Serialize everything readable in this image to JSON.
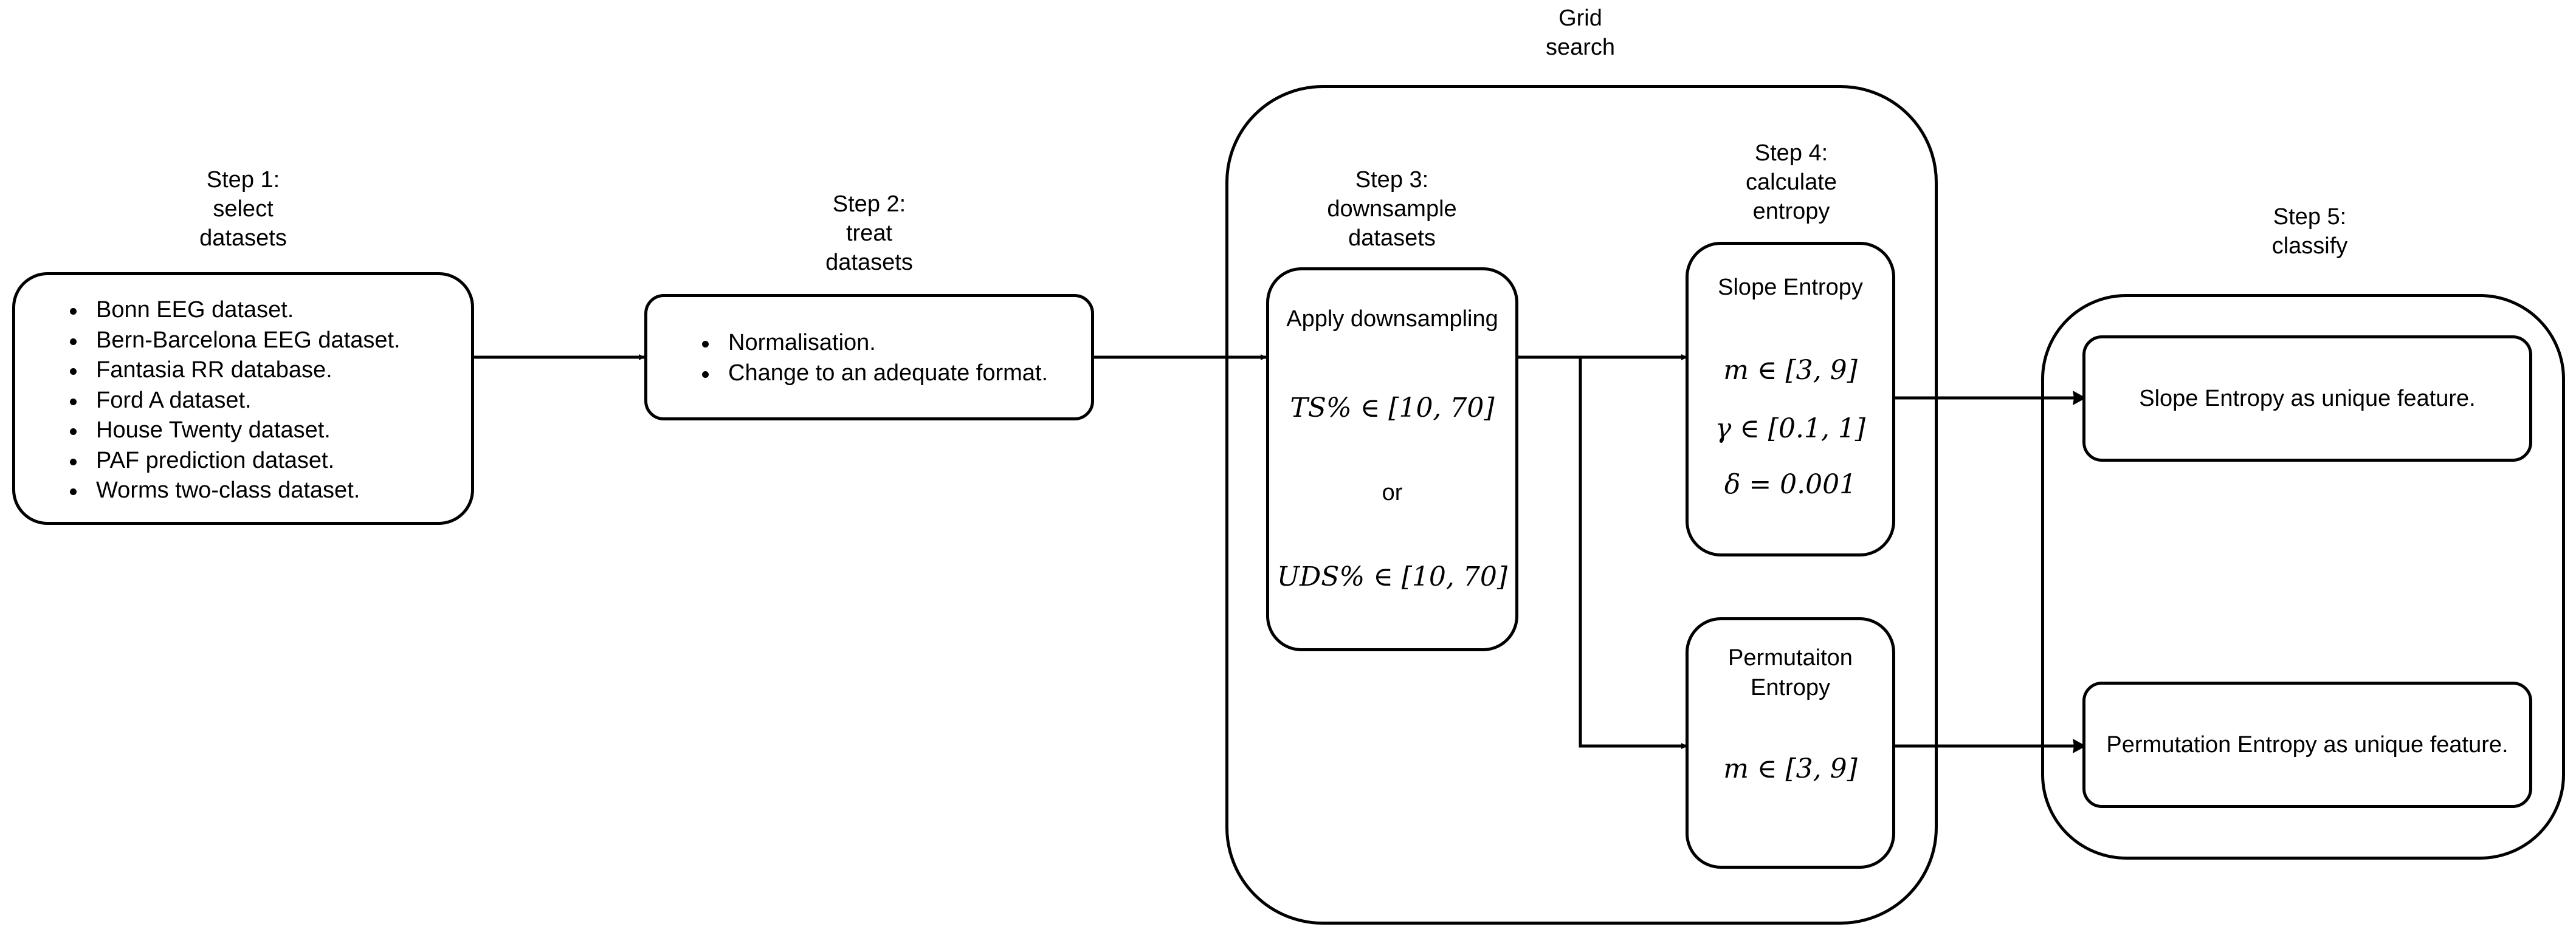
{
  "grid_search": {
    "label": "Grid\nsearch"
  },
  "step1": {
    "label": "Step 1:\nselect\ndatasets",
    "items": [
      "Bonn EEG dataset.",
      "Bern-Barcelona EEG dataset.",
      "Fantasia RR database.",
      "Ford A dataset.",
      "House Twenty dataset.",
      "PAF prediction dataset.",
      "Worms two-class dataset."
    ]
  },
  "step2": {
    "label": "Step 2:\ntreat\ndatasets",
    "items": [
      "Normalisation.",
      "Change to an adequate format."
    ]
  },
  "step3": {
    "label": "Step 3:\ndownsample\ndatasets",
    "box_title": "Apply downsampling",
    "ts_formula": "TS% ∈ [10, 70]",
    "or_text": "or",
    "uds_formula": "UDS% ∈ [10, 70]"
  },
  "step4": {
    "label": "Step 4:\ncalculate\nentropy",
    "slope": {
      "title": "Slope Entropy",
      "m": "m ∈ [3, 9]",
      "gamma": "γ ∈ [0.1, 1]",
      "delta": "δ = 0.001"
    },
    "permutation": {
      "title": "Permutaiton\nEntropy",
      "m": "m ∈ [3, 9]"
    }
  },
  "step5": {
    "label": "Step 5:\nclassify",
    "slope_feature": "Slope Entropy as unique feature.",
    "permutation_feature": "Permutation Entropy as unique feature."
  },
  "colors": {
    "stroke": "#000000",
    "background": "#ffffff"
  }
}
